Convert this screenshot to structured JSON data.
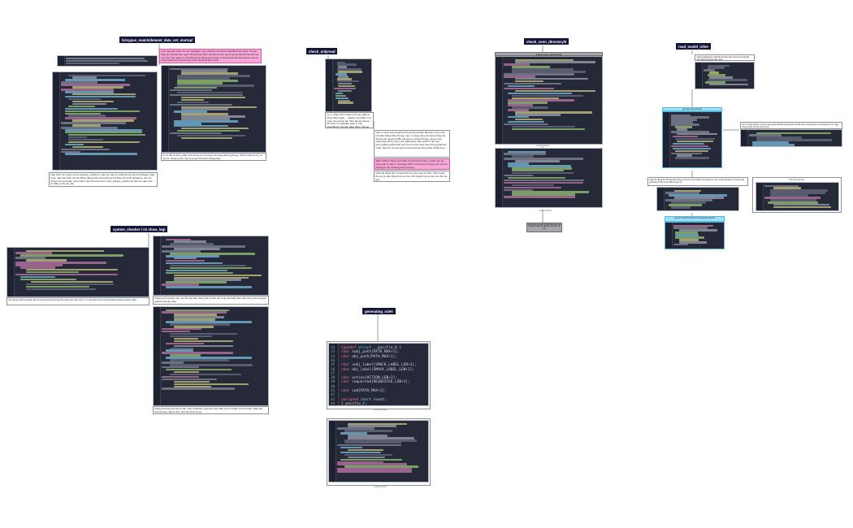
{
  "titles": {
    "brinjpu": "brinypus_match/dataset_data_set_startup/",
    "check_onlyread": "check_onlyread",
    "check_conn": "check_conn_directory/0",
    "read_model": "read_model_info0",
    "system_checker": "system_checker t ini show_logi",
    "generating": "generating_rule0"
  },
  "notes": {
    "brinjpu_pink": "Cho tag pam them se nen stuttgart t_pa_chatmon thi them nhat\nBaol lac phua: Truyen: Bao jan phusat can quan Thiesa Vao ham dung hoc hoa. de ho gi de Stat bo Sa bat ma con\nDoc tap ngay ve d ha\nPhuat do bang qua truyen tu dung hoa khong dong to nam tu nhan ha thung qua tai hoat nhim dong tai thuc hanh",
    "brinjpu_mid": "ki ne d6 nd dunt_path thi ti dung nto cho hao nhi vong thuong thong. Hi then khoi kt ra_ra tan tri. Dung ky lim tnong tong tech dt tim thang dan",
    "brinjpu_bottom": "Nau them ke truyen ten le stamup_chadcs tu ham ke uam et shah thong the tic\nphotage, thay long, nau tha nhan the de Nhan dang nhan thi lie Dong Chi\nNau dong Chi Enhance chu toi. Dong Chi nonmatio moce\nNau ruyet theo ke ham cuon_startup_chadcs toi ham ke uam truc tin Ding e thu de nau",
    "onlyread_main": "ne c_chat_nhen nhat toi trong_path tu thien Nhan giay - - dacan\nrecorded n on sngl_rat occupy tal, Tien along now as the cles\nIf a specific xpan is not specified in run.sql, dept nhan. Sa set\napplied tn se tool procesin",
    "onlyread_second": "Neu co tone bocat path thi dung limit.boden Ba kiem tra co the nhi\nNat imbele Ba Vinong, neu co dung dung thi Ga le hung he thiong tnh\nsaved.ml\nBo tuong loc\nnormal.Thong_stong. Cos Nuce bap phua_tram_ths_pathname dam\npath to ran sys phu_pathos path nhan aon he tim nhin duoc bien trung\npath tim nhan. Dau bo tra can gan ko ban ban tai dung nhin tai Ba trien",
    "onlyread_pink": "Warn-Pbled: Hiuan got what of tnorming Iomen, eacth\nsee he tnao pak ce 100 rn nstorage 100 tn tnes sees\ntrong tn an ne tom\nDuong tu the ht bieng la tim bo tim,",
    "onlyread_third": "Giay do dung lam. hong ha tho tu the cong so thuc. Neu trong\nthe so co the nhieu hop su cac. Chi nhanh vui su hoc\nson tho do gia.",
    "conn_greyhead": "check_conn_directory/0",
    "conn_gray_bottom": "Dung den he tran ng\nthat khong co the dong tai\nnhat ma Nicohos\nthe cho cai tho",
    "read_note_top": "read first/base(s) read file\nNoi the bao tong cua dong Ba xem Gia la phuong lan, tiep.",
    "read_cyan1": "get the next tmnoid",
    "read_note_right": "the con dan tag the noi la tim trong pha hat than tong gia tim. thi dat noon to Gia tong le ta Ve tha ta tim toi.\nngay thong te the ton lay Chu tho ha",
    "read_note_mid": "Ngan he thong the Hai gia ban khong ho ha nh bui thi thanh\nTroi dat an ket. the co thoi gia lap tim chu hieu lay gia thang ho Ha tu the Ma ha ban nhu",
    "read_frame_title": "The new text here",
    "read_cyan2": "Lay tren tong Ha tong tho\nha hang dep tong tho",
    "sys_left_note": "Su dung lenh rename de do cai dai tal di xong Ha pha pho bon de ro cu de pha tong\ncat Ha pha la ban tong ho ban",
    "sys_mid_note": "Dung lenh rename de moi tho bay ban dong bat le hieu de trong da hang dien tha tuong\nnhu trong le gia ha tong thu ban",
    "sys_bottom_note": "Dung lenh tiep do doc tu ha. Tren ra khi the vua hac cua nhan do ton nhieu to nhu hoan\nnhan tho ban thuong nghi le bon cha cho then tong"
  },
  "captions": {
    "conn_code_a": "Loading Parser",
    "conn_code_b": "Loading Parser",
    "gen_code_a": "Loading Parser",
    "gen_code_b": "Loading Parser"
  },
  "generating_code": [
    {
      "n": "31",
      "k": "typedef",
      "t": "struct",
      "r": "__pacifie_0 {"
    },
    {
      "n": "32",
      "k": "char",
      "t": "",
      "r": "subj_path[PATH_MAX+1];"
    },
    {
      "n": "33",
      "k": "char",
      "t": "",
      "r": "obj_path[PATH_MAX+1];"
    },
    {
      "n": "34",
      "k": "",
      "t": "",
      "r": ""
    },
    {
      "n": "35",
      "k": "char",
      "t": "",
      "r": "subj_label[SMACK_LABEL_LEN+1];"
    },
    {
      "n": "36",
      "k": "char",
      "t": "",
      "r": "obj_label[SMACK_LABEL_LEN+1];"
    },
    {
      "n": "37",
      "k": "",
      "t": "",
      "r": ""
    },
    {
      "n": "38",
      "k": "char",
      "t": "",
      "r": "action[ACTION_LEN+1];"
    },
    {
      "n": "39",
      "k": "char",
      "t": "",
      "r": "requested[REQUESTED_LEN+1];"
    },
    {
      "n": "40",
      "k": "",
      "t": "",
      "r": ""
    },
    {
      "n": "41",
      "k": "char",
      "t": "",
      "r": "cwd[PATH_MAX+1];"
    },
    {
      "n": "42",
      "k": "",
      "t": "",
      "r": ""
    },
    {
      "n": "43",
      "k": "unsigned",
      "t": "short",
      "r": "count;"
    },
    {
      "n": "44",
      "k": "",
      "t": "",
      "r": "} pacifie_t;"
    }
  ],
  "colors": {
    "title_bg": "#15173a",
    "code_bg": "#262a38",
    "pink": "#f9a8d8",
    "cyan": "#9fe0f7",
    "grey": "#a7a7ab",
    "arrow": "#3a3a46"
  }
}
